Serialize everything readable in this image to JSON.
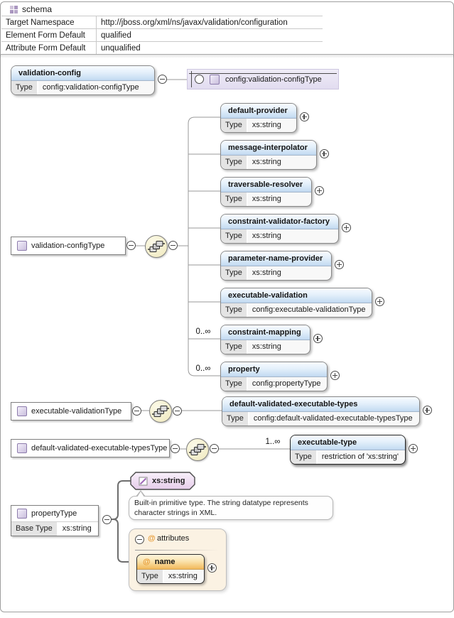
{
  "schema_panel": {
    "title": "schema",
    "rows": [
      {
        "label": "Target Namespace",
        "value": "http://jboss.org/xml/ns/javax/validation/configuration"
      },
      {
        "label": "Element Form Default",
        "value": "qualified"
      },
      {
        "label": "Attribute Form Default",
        "value": "unqualified"
      }
    ]
  },
  "labels": {
    "type": "Type",
    "base_type": "Base Type",
    "at": "@"
  },
  "root_element": {
    "name": "validation-config",
    "type": "config:validation-configType"
  },
  "type_reference": "config:validation-configType",
  "global_types": {
    "validation_config_type": "validation-configType",
    "executable_validation_type": "executable-validationType",
    "default_validated_executable_types_type": "default-validated-executable-typesType",
    "property_type": "propertyType",
    "property_base_type": "xs:string"
  },
  "config_children": [
    {
      "name": "default-provider",
      "type": "xs:string",
      "occurs": ""
    },
    {
      "name": "message-interpolator",
      "type": "xs:string",
      "occurs": ""
    },
    {
      "name": "traversable-resolver",
      "type": "xs:string",
      "occurs": ""
    },
    {
      "name": "constraint-validator-factory",
      "type": "xs:string",
      "occurs": ""
    },
    {
      "name": "parameter-name-provider",
      "type": "xs:string",
      "occurs": ""
    },
    {
      "name": "executable-validation",
      "type": "config:executable-validationType",
      "occurs": ""
    },
    {
      "name": "constraint-mapping",
      "type": "xs:string",
      "occurs": "0..∞"
    },
    {
      "name": "property",
      "type": "config:propertyType",
      "occurs": "0..∞"
    }
  ],
  "executable_validation_children": [
    {
      "name": "default-validated-executable-types",
      "type": "config:default-validated-executable-typesType"
    }
  ],
  "executable_types_children": [
    {
      "occurs": "1..∞",
      "name": "executable-type",
      "type": "restriction of 'xs:string'"
    }
  ],
  "string_simple_type": {
    "name": "xs:string",
    "note": "Built-in primitive type. The string datatype represents character strings in XML."
  },
  "attributes_panel": {
    "title": "attributes",
    "attributes": [
      {
        "name": "name",
        "type": "xs:string"
      }
    ]
  },
  "colors": {
    "element_header": "#c7ddf2",
    "type_reference_bg": "#e6e1f2",
    "sequence_circle": "#efe8bc",
    "attribute_header": "#f2b95a",
    "attributes_panel_bg": "#fbf2e3",
    "at_symbol": "#e79b36"
  }
}
